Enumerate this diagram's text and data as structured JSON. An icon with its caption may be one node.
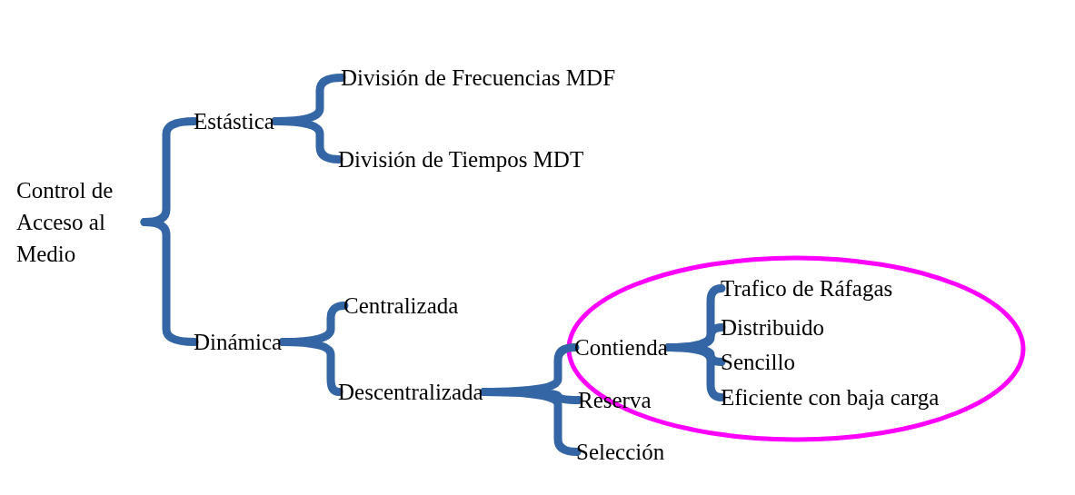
{
  "diagram": {
    "nodes": [
      {
        "text": [
          "Control de Acceso al Medio"
        ]
      },
      {
        "text": [
          "Estástica"
        ]
      },
      {
        "text": [
          "División de Frecuencias MDF"
        ]
      },
      {
        "text": [
          "División de Tiempos MDT"
        ]
      },
      {
        "text": [
          "Dinámica"
        ]
      },
      {
        "text": [
          "Centralizada"
        ]
      },
      {
        "text": [
          "Descentralizada"
        ]
      },
      {
        "text": [
          "Contienda"
        ]
      },
      {
        "text": [
          "Reserva"
        ]
      },
      {
        "text": [
          "Selección"
        ]
      },
      {
        "text": [
          "Trafico de Ráfagas"
        ]
      },
      {
        "text": [
          "Distribuido"
        ]
      },
      {
        "text": [
          "Sencillo"
        ]
      },
      {
        "text": [
          "Eficiente con baja carga"
        ]
      }
    ],
    "edges": [
      {
        "from": 0,
        "to": 1,
        "arrow": "none"
      },
      {
        "from": 0,
        "to": 4,
        "arrow": "none"
      },
      {
        "from": 1,
        "to": 2,
        "arrow": "none"
      },
      {
        "from": 1,
        "to": 3,
        "arrow": "none"
      },
      {
        "from": 4,
        "to": 5,
        "arrow": "none"
      },
      {
        "from": 4,
        "to": 6,
        "arrow": "none"
      },
      {
        "from": 6,
        "to": 7,
        "arrow": "none"
      },
      {
        "from": 6,
        "to": 8,
        "arrow": "none"
      },
      {
        "from": 6,
        "to": 9,
        "arrow": "none"
      },
      {
        "from": 7,
        "to": 10,
        "arrow": "none"
      },
      {
        "from": 7,
        "to": 11,
        "arrow": "none"
      },
      {
        "from": 7,
        "to": 12,
        "arrow": "none"
      },
      {
        "from": 7,
        "to": 13,
        "arrow": "none"
      }
    ]
  }
}
